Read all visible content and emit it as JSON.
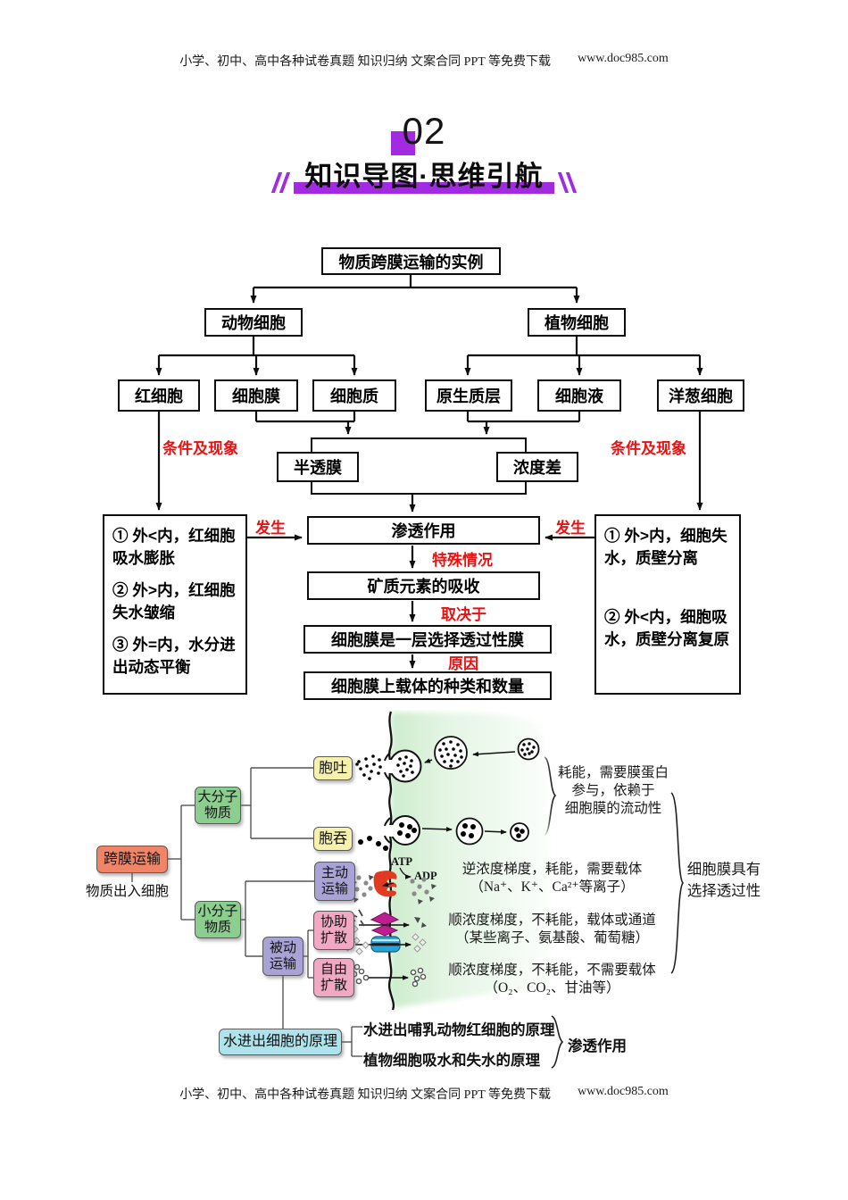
{
  "page": {
    "header_text": "小学、初中、高中各种试卷真题  知识归纳  文案合同  PPT 等免费下载",
    "header_url": "www.doc985.com",
    "footer_text": "小学、初中、高中各种试卷真题  知识归纳  文案合同  PPT 等免费下载",
    "footer_url": "www.doc985.com"
  },
  "title": {
    "number": "02",
    "heading": "知识导图·思维引航"
  },
  "flowchart1": {
    "root": "物质跨膜运输的实例",
    "animal": "动物细胞",
    "plant": "植物细胞",
    "row3": [
      "红细胞",
      "细胞膜",
      "细胞质",
      "原生质层",
      "细胞液",
      "洋葱细胞"
    ],
    "semi": "半透膜",
    "conc": "浓度差",
    "osmosis": "渗透作用",
    "mineral": "矿质元素的吸收",
    "selective": "细胞膜是一层选择透过性膜",
    "carrier": "细胞膜上载体的种类和数量",
    "labels": {
      "condition_left": "条件及现象",
      "condition_right": "条件及现象",
      "occur_left": "发生",
      "occur_right": "发生",
      "special": "特殊情况",
      "depends": "取决于",
      "reason": "原因"
    },
    "left_box": [
      "① 外<内，红细胞吸水膨胀",
      "② 外>内，红细胞失水皱缩",
      "③ 外=内，水分进出动态平衡"
    ],
    "right_box": [
      "① 外>内，细胞失水，质壁分离",
      "② 外<内，细胞吸水，质壁分离复原"
    ]
  },
  "mindmap": {
    "root": "跨膜运输",
    "root_sub": "物质出入细胞",
    "macro": "大分子物质",
    "micro": "小分子物质",
    "exocytosis": "胞吐",
    "endocytosis": "胞吞",
    "active": "主动运输",
    "passive": "被动运输",
    "facilitated": "协助扩散",
    "free": "自由扩散",
    "water": "水进出细胞的原理",
    "water_items": [
      "水进出哺乳动物红细胞的原理",
      "植物细胞吸水和失水的原理"
    ],
    "water_brace": "渗透作用",
    "atp": "ATP",
    "adp": "ADP",
    "ann_energy": [
      "耗能，需要膜蛋白",
      "参与，依赖于",
      "细胞膜的流动性"
    ],
    "ann_active": [
      "逆浓度梯度，耗能，需要载体",
      "（Na⁺、K⁺、Ca²⁺等离子）"
    ],
    "ann_facilitated": [
      "顺浓度梯度，不耗能，载体或通道",
      "（某些离子、氨基酸、葡萄糖）"
    ],
    "ann_free": [
      "顺浓度梯度，不耗能，不需要载体",
      "（O₂、CO₂、甘油等）"
    ],
    "ann_selective": [
      "细胞膜具有",
      "选择透过性"
    ]
  },
  "colors": {
    "accent_purple": "#a22be2",
    "red_label": "#e81212",
    "node_orange": "#ef8466",
    "node_green": "#8cce8f",
    "node_yellow": "#f6f2ae",
    "node_purple": "#a8a2d5",
    "node_pink": "#f0a8c3",
    "node_cyan": "#aee3ec",
    "membrane_green": "#d9efd9",
    "carrier_red": "#e23a20",
    "channel_magenta": "#be1f90",
    "channel_blue": "#2ba3d8"
  }
}
